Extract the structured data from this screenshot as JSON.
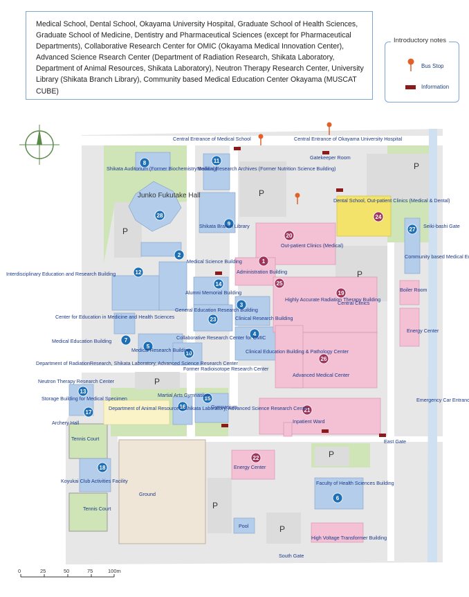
{
  "header": {
    "text": "Medical School, Dental School, Okayama University Hospital, Graduate School of Health Sciences, Graduate School of Medicine, Dentistry and Pharmaceutical Sciences (except for Pharmaceutical Departments), Collaborative Research Center for OMIC (Okayama Medical Innovation Center), Advanced Science Rsearch Center (Department of Radiation Research, Shikata Laboratory, Department of Animal Resources, Shikata Laboratory), Neutron Therapy Research Center, University Library (Shikata Branch Library), Community based Medical Education Center Okayama (MUSCAT CUBE)"
  },
  "legend": {
    "title": "Introductory notes",
    "bus_stop": "Bus Stop",
    "information": "Information"
  },
  "colors": {
    "pink": "#f4c0d4",
    "blue": "#b3cdeb",
    "green": "#cfe5b8",
    "yellow": "#f3e36b",
    "gray": "#dedede",
    "road": "#ffffff",
    "number_blue": "#1f6fb5",
    "number_pink": "#a0345a",
    "info_red": "#8b1a1a",
    "bus_orange": "#e0622a"
  },
  "buildings": {
    "b1": {
      "num": "1",
      "name": "Administration Building"
    },
    "b2": {
      "num": "2",
      "name": "Medical Science Building"
    },
    "b3": {
      "num": "3",
      "name": "Clinical Research Building"
    },
    "b4": {
      "num": "4",
      "name": "Clinical Education Building & Pathology Center"
    },
    "b5": {
      "num": "5",
      "name": "Medical Research Building"
    },
    "b6": {
      "num": "6",
      "name": "Faculty of Health Sciences Building"
    },
    "b7": {
      "num": "7",
      "name": "Medical Education Building"
    },
    "b8": {
      "num": "8",
      "name": "Shikata Auditorium (Former Biochemistry Building)"
    },
    "b9": {
      "num": "9",
      "name": "Shikata Branch Library"
    },
    "b10": {
      "num": "10",
      "name": "Collaborative Research Center for OMIC"
    },
    "b11": {
      "num": "11",
      "name": "Medical Research Archives (Former Nutrition Science Building)"
    },
    "b12": {
      "num": "12",
      "name": "Interdisciplinary Education and Research Building"
    },
    "b13": {
      "num": "13",
      "name": "Storage Building for Medical Specimen"
    },
    "b14": {
      "num": "14",
      "name": "Alumni Memorial Building"
    },
    "b15": {
      "num": "15",
      "name": "Gymnasium"
    },
    "b16": {
      "num": "16",
      "name": "Martial Arts Gymnasium"
    },
    "b17": {
      "num": "17",
      "name": "Archery Hall"
    },
    "b18": {
      "num": "18",
      "name": "Koyukai Club Activities Facility"
    },
    "b19": {
      "num": "19",
      "name": "Central Clinics"
    },
    "b20": {
      "num": "20",
      "name": "Out-patient Clinics (Medical)"
    },
    "b21": {
      "num": "21",
      "name": "Inpatient Ward"
    },
    "b22": {
      "num": "22",
      "name": "Energy Center"
    },
    "b23": {
      "num": "23",
      "name": "General Education Research Building"
    },
    "b24": {
      "num": "24",
      "name": "Dental School, Out-patient Clinics (Medical & Dental)"
    },
    "b25": {
      "num": "25",
      "name": "Highly Accurate Radiation Therapy Building"
    },
    "b26": {
      "num": "26",
      "name": "Advanced Medical Center"
    },
    "b27": {
      "num": "27",
      "name": "Community based Medical Education Center Okayama (MUSCAT CUBE)"
    },
    "b28": {
      "num": "28",
      "name": "Junko Fukutake Hall"
    }
  },
  "labels": {
    "central_entrance_ms": "Central Entrance of Medical School",
    "central_entrance_hosp": "Central Entrance of Okayama University Hospital",
    "gatekeeper": "Gatekeeper Room",
    "seiki_gate": "Seiki-bashi Gate",
    "boiler_room": "Boiler Room",
    "energy_center_right": "Energy Center",
    "emergency_entrance": "Emergency Car Entrance",
    "east_gate": "East Gate",
    "south_gate": "South Gate",
    "center_edu": "Center for Education in Medicine and Health Sciences",
    "dept_radiation": "Department of RadiationResearch, Shikata Laboratory, Advanced Science Research Center",
    "neutron": "Neutron Therapy Research Center",
    "former_radioisotope": "Former Radioisotope Research Center",
    "dept_animal": "Department of Animal Resources, Shikata Laboratory, Advanced Science Research Center",
    "tennis1": "Tennis Court",
    "tennis2": "Tennis Court",
    "ground": "Ground",
    "pool": "Pool",
    "high_voltage": "High Voltage Transformer Building",
    "parking": "P"
  },
  "scale": {
    "ticks": [
      "0",
      "25",
      "50",
      "75",
      "100m"
    ]
  }
}
